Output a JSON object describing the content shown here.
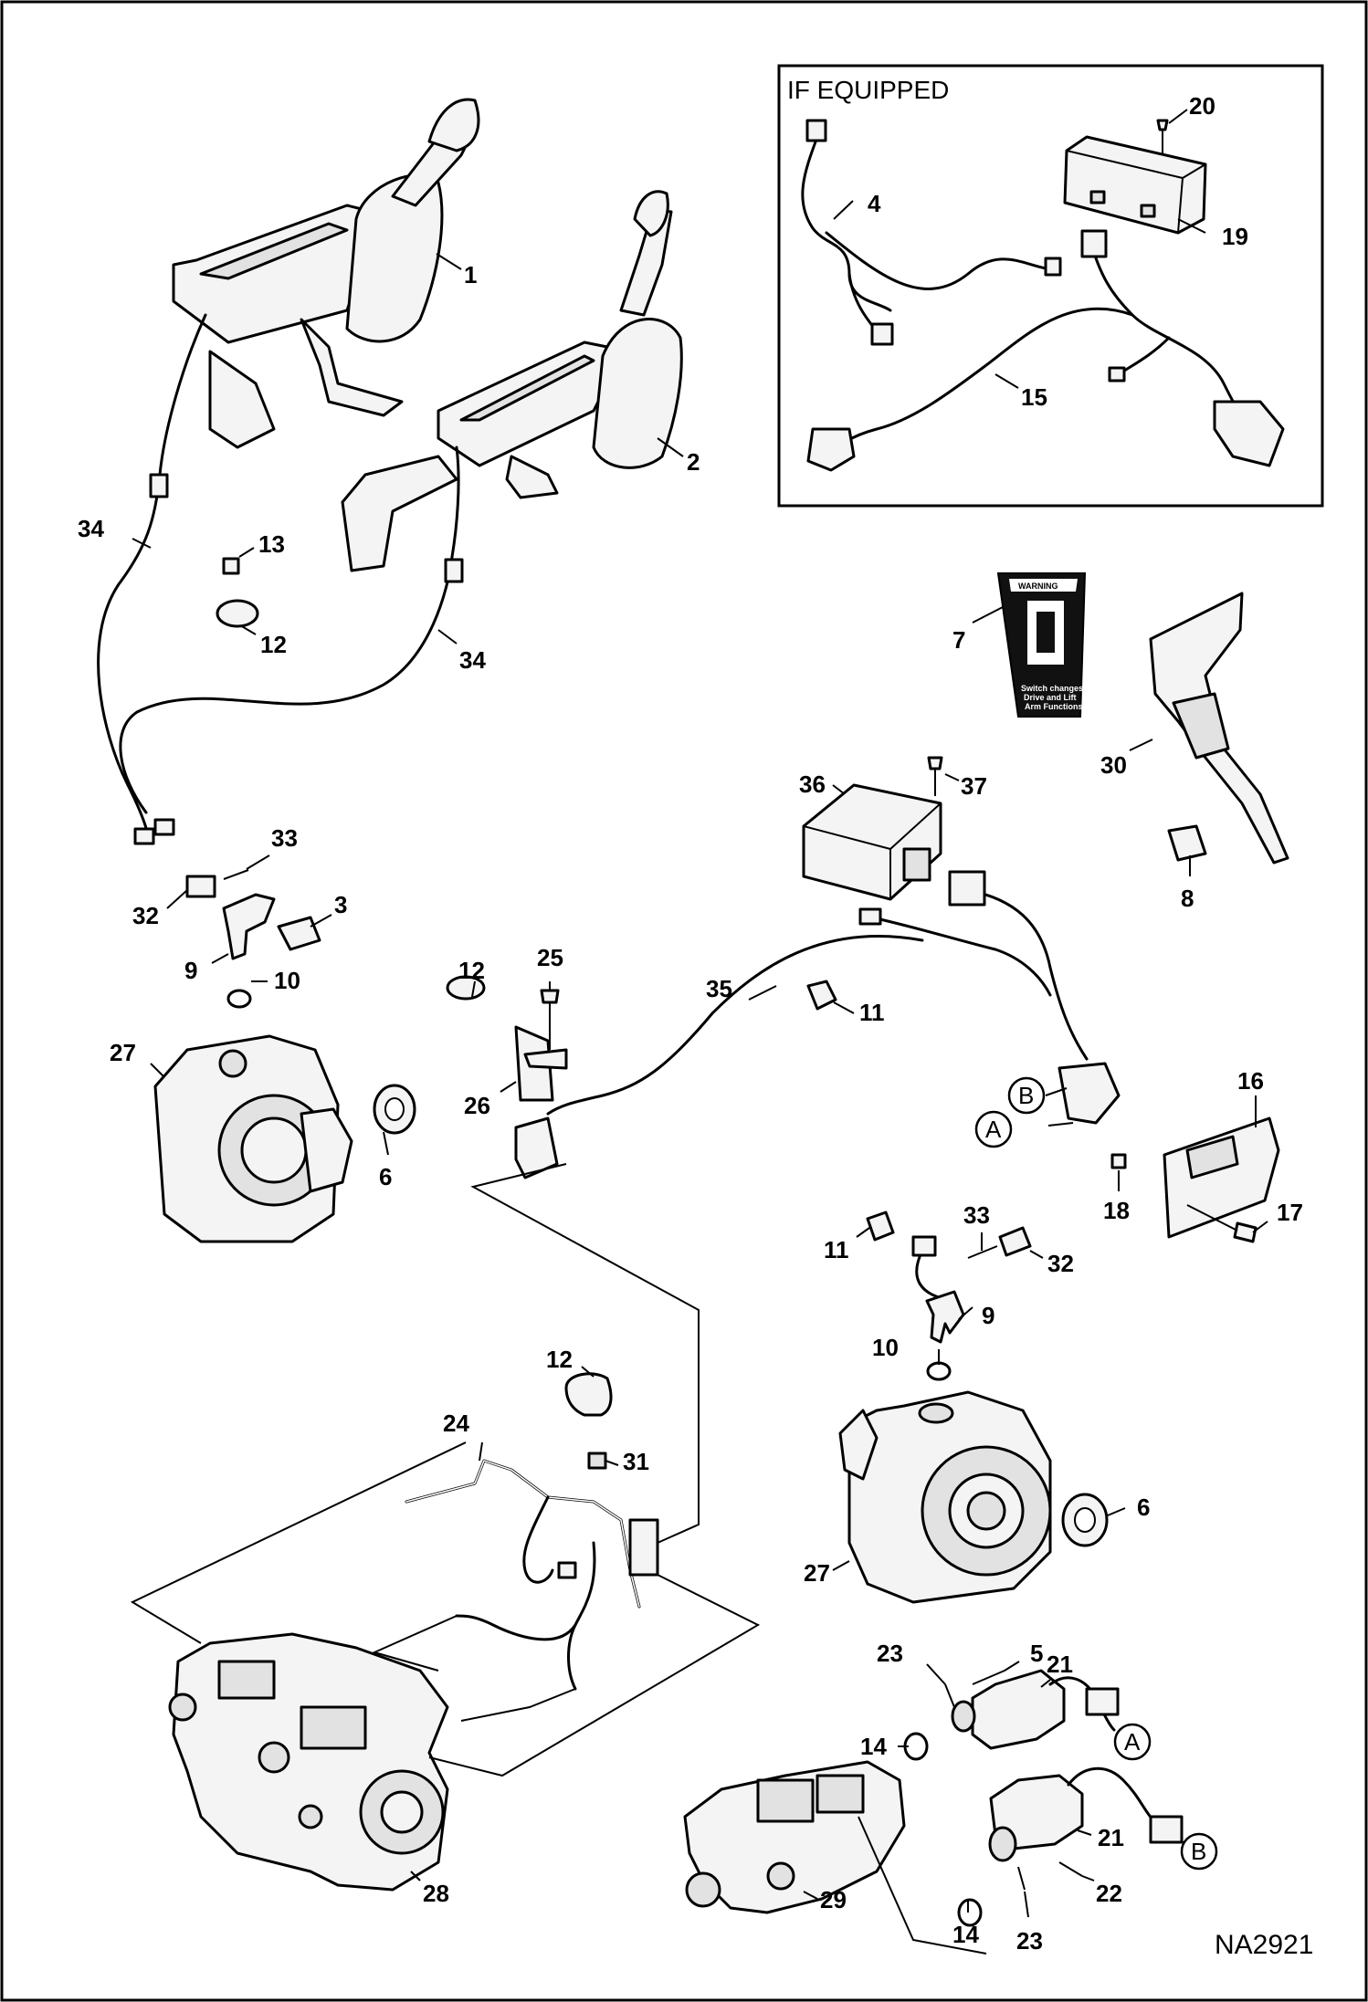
{
  "diagram": {
    "figure_id": "NA2921",
    "inset_title": "IF EQUIPPED",
    "decal": {
      "warning_word": "WARNING",
      "text_lines": [
        "Switch changes",
        "Drive and Lift",
        "Arm Functions."
      ]
    },
    "connector_letters": [
      "A",
      "B"
    ],
    "callouts": [
      "1",
      "2",
      "3",
      "4",
      "5",
      "6",
      "7",
      "8",
      "9",
      "10",
      "11",
      "12",
      "13",
      "14",
      "15",
      "16",
      "17",
      "18",
      "19",
      "20",
      "21",
      "22",
      "23",
      "24",
      "25",
      "26",
      "27",
      "28",
      "29",
      "30",
      "31",
      "32",
      "33",
      "34",
      "35",
      "36",
      "37"
    ]
  }
}
